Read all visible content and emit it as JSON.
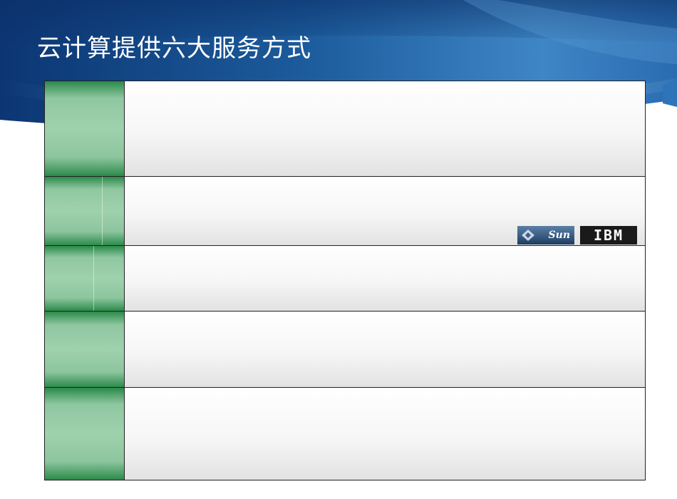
{
  "slide": {
    "title": "云计算提供六大服务方式"
  },
  "logos": {
    "sun": "Sun",
    "ibm": "IBM"
  },
  "colors": {
    "header_dark": "#0d3c78",
    "header_light": "#4f93cf",
    "label_green": "#2b8a49",
    "label_light": "#9fd1ad",
    "border": "#222222"
  },
  "table": {
    "rows": [
      {
        "label": "",
        "content": ""
      },
      {
        "label": "",
        "content": ""
      },
      {
        "label": "",
        "content": ""
      },
      {
        "label": "",
        "content": ""
      },
      {
        "label": "",
        "content": ""
      }
    ]
  }
}
